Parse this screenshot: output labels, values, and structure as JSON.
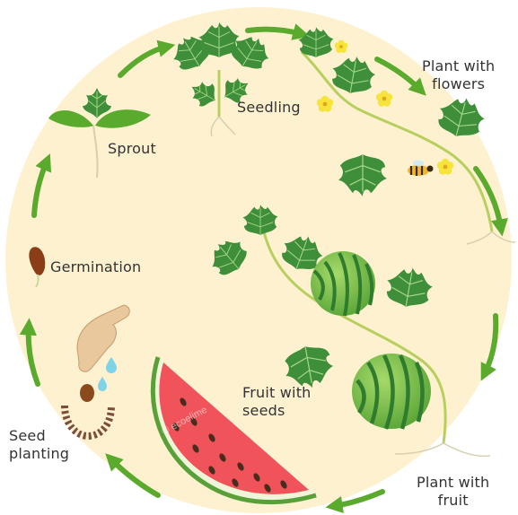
{
  "diagram": {
    "colors": {
      "background": "#fdf1cf",
      "arrow": "#5aaa2e",
      "leaf": "#3f8f3a",
      "leaf_dark": "#2a6b2c",
      "stem": "#b7cf5f",
      "flower": "#f6e43a",
      "melon_light": "#8fcf55",
      "melon_stripe": "#2f7c2f",
      "flesh": "#f0545a",
      "rind": "#5aa039",
      "seed": "#4a2c1f",
      "root": "#d8cfae",
      "label_text": "#333333"
    },
    "stages": {
      "seed_planting": {
        "line1": "Seed",
        "line2": "planting"
      },
      "germination": {
        "label": "Germination"
      },
      "sprout": {
        "label": "Sprout"
      },
      "seedling": {
        "label": "Seedling"
      },
      "flowers": {
        "line1": "Plant with",
        "line2": "flowers"
      },
      "fruit_plant": {
        "line1": "Plant with",
        "line2": "fruit"
      },
      "fruit_seeds": {
        "line1": "Fruit with",
        "line2": "seeds"
      }
    },
    "icons": [
      "cycle-arrow-icon",
      "seed-icon",
      "hand-icon",
      "water-drop-icon",
      "bee-icon",
      "flower-icon",
      "watermelon-icon",
      "watermelon-slice-icon"
    ],
    "watermark": "© ecoelime"
  }
}
